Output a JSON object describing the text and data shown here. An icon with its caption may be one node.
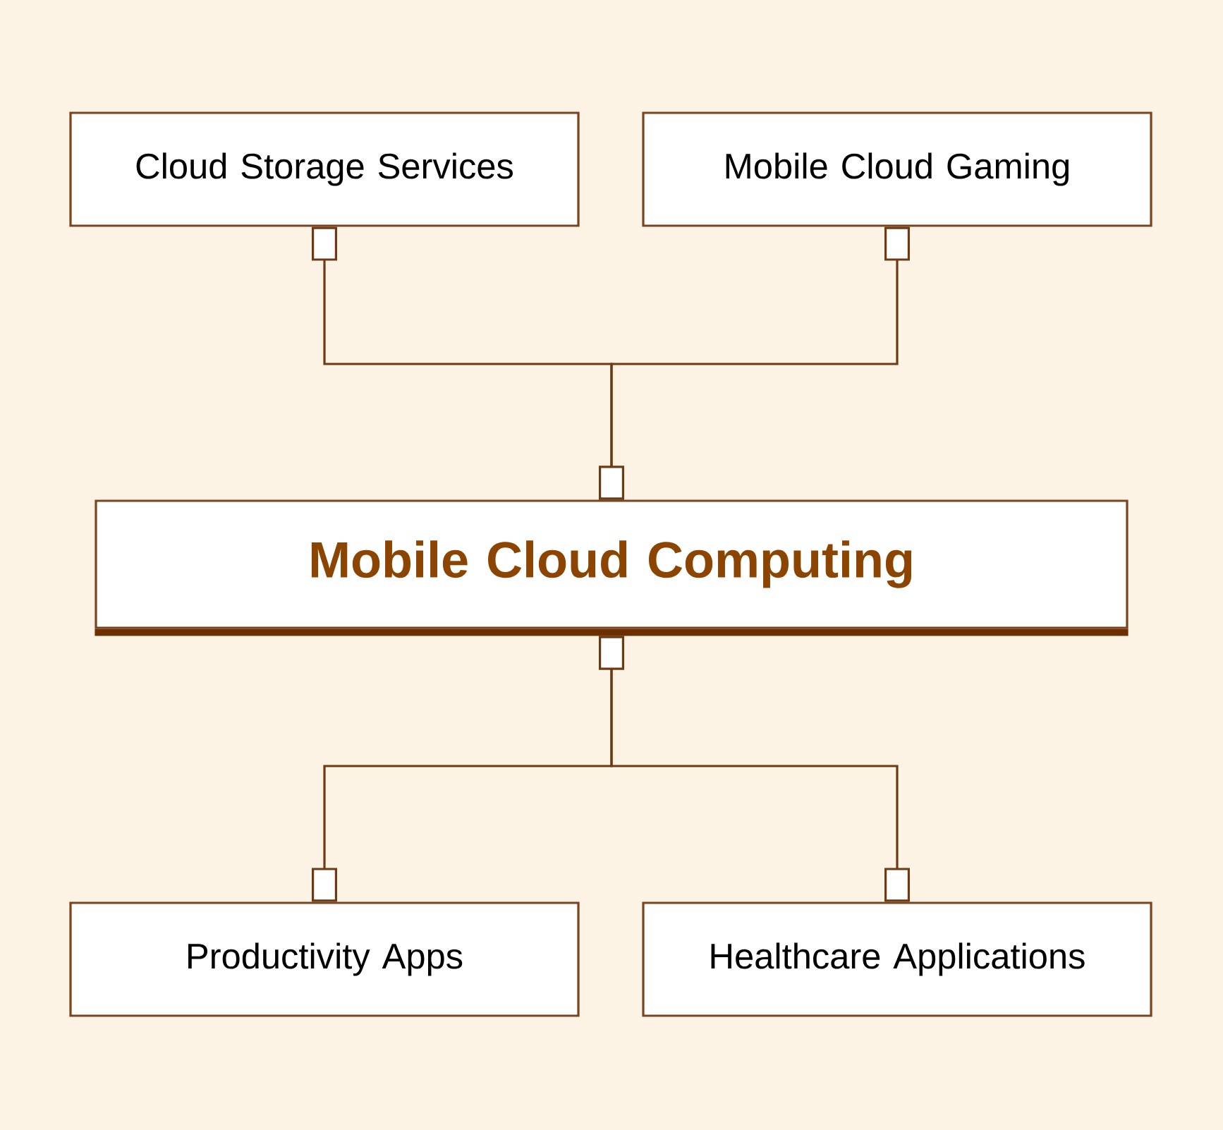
{
  "diagram": {
    "nodes": [
      {
        "text": [
          "Cloud Storage Services"
        ]
      },
      {
        "text": [
          "Mobile Cloud Gaming"
        ]
      },
      {
        "text": [
          "Mobile Cloud Computing"
        ]
      },
      {
        "text": [
          "Productivity Apps"
        ]
      },
      {
        "text": [
          "Healthcare Applications"
        ]
      }
    ],
    "edges": [
      {
        "from": 0,
        "to": 2,
        "arrow": "other"
      },
      {
        "from": 1,
        "to": 2,
        "arrow": "other"
      },
      {
        "from": 2,
        "to": 3,
        "arrow": "other"
      },
      {
        "from": 2,
        "to": 4,
        "arrow": "other"
      }
    ]
  }
}
